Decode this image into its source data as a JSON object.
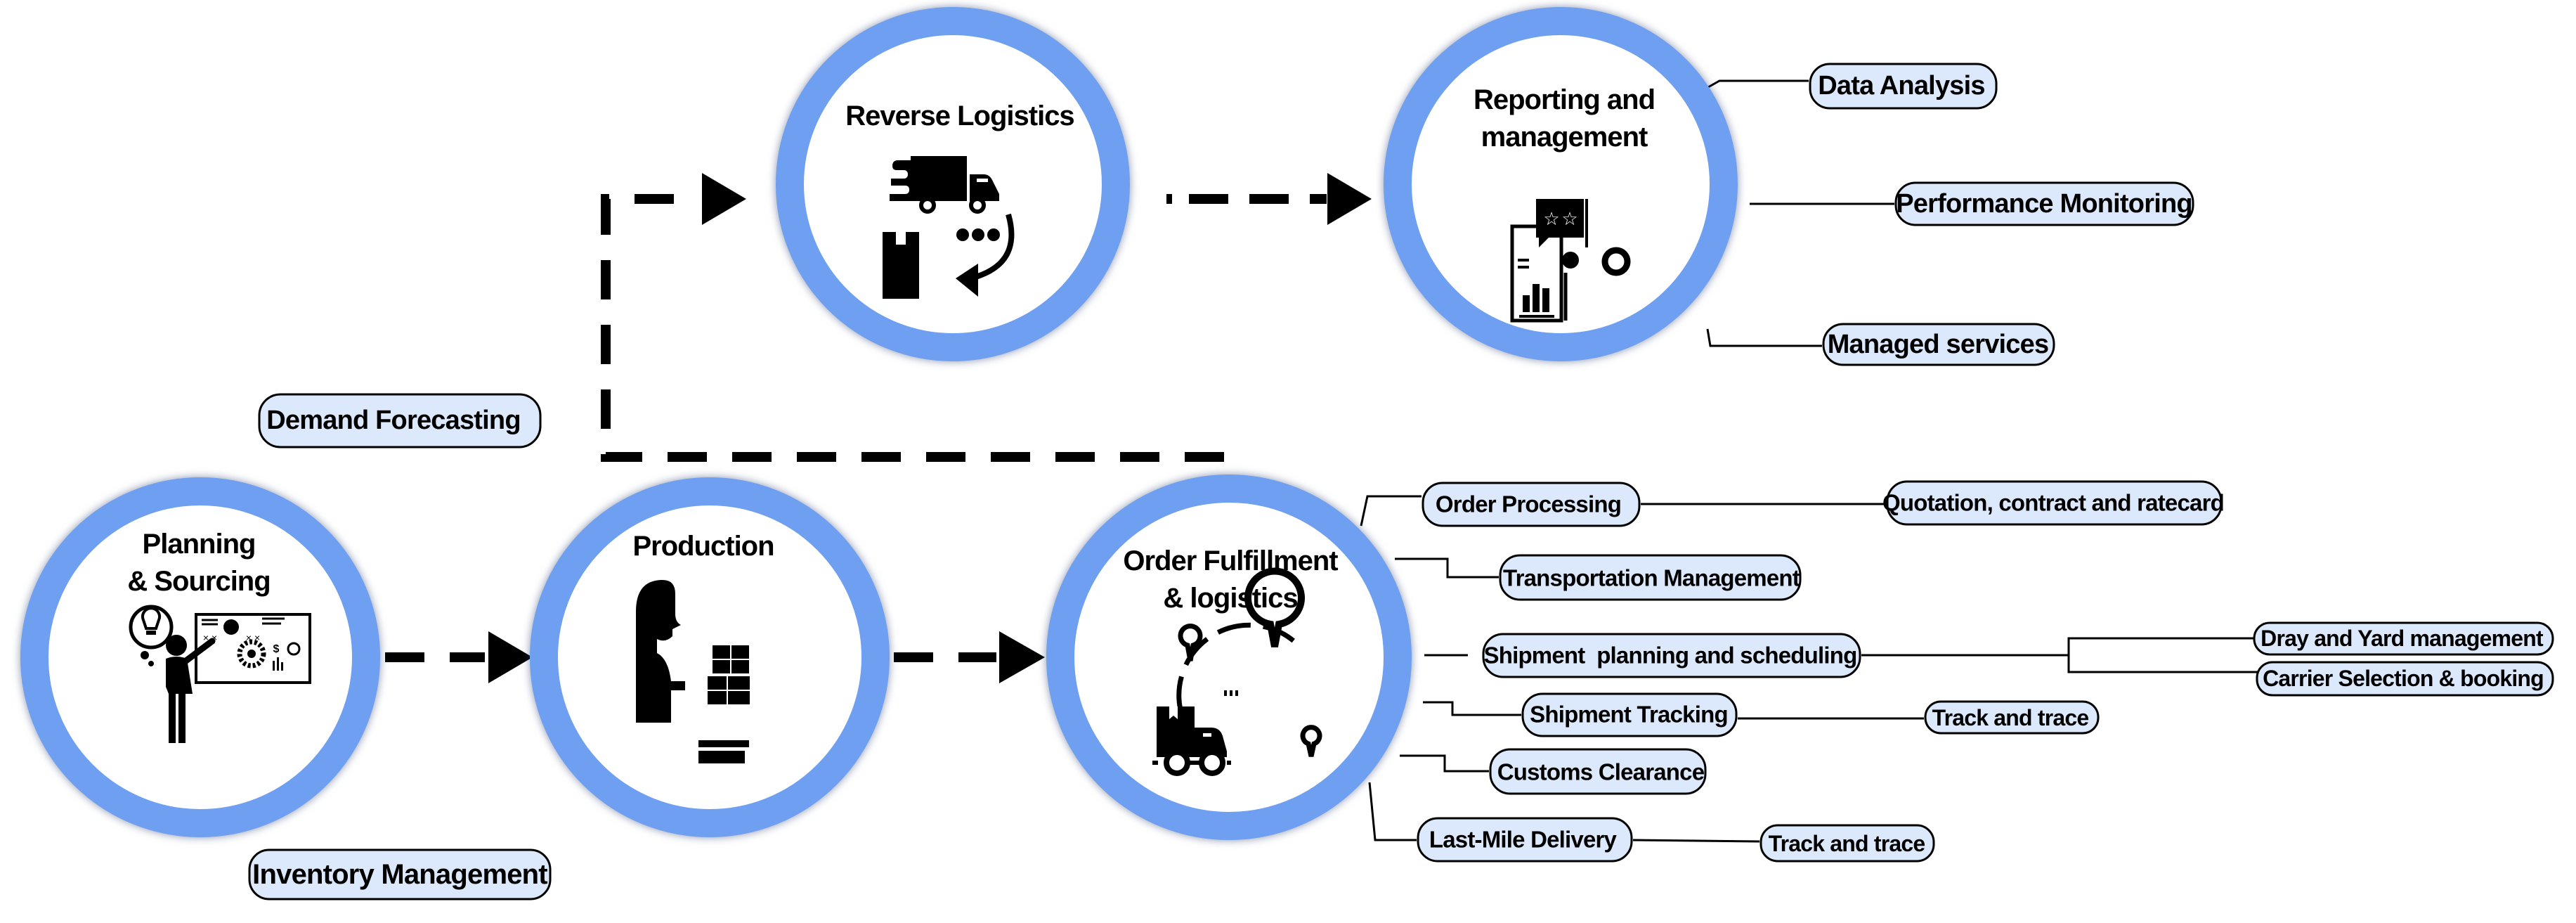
{
  "colors": {
    "ring": "#6f9ff0",
    "ring_inner_shadow": "#4d74b8",
    "pill_fill": "#dce8fb",
    "pill_stroke": "#000000",
    "ink": "#000000",
    "background": "#ffffff"
  },
  "stages": [
    {
      "id": "planning",
      "title_lines": [
        "Planning",
        "& Sourcing"
      ],
      "icon": "person-presenting-board-icon"
    },
    {
      "id": "production",
      "title_lines": [
        "Production"
      ],
      "icon": "worker-with-boxes-icon"
    },
    {
      "id": "fulfillment",
      "title_lines": [
        "Order Fulfillment",
        "& logistics"
      ],
      "icon": "delivery-truck-route-icon"
    },
    {
      "id": "reverse",
      "title_lines": [
        "Reverse Logistics"
      ],
      "icon": "reverse-delivery-icon"
    },
    {
      "id": "reporting",
      "title_lines": [
        "Reporting and",
        "management"
      ],
      "icon": "report-dashboard-icon"
    }
  ],
  "flows": [
    {
      "from": "planning",
      "to": "production",
      "style": "dashed-arrow"
    },
    {
      "from": "production",
      "to": "fulfillment",
      "style": "dashed-arrow"
    },
    {
      "from": "fulfillment",
      "to": "reverse",
      "style": "dashed-elbow-arrow"
    },
    {
      "from": "reverse",
      "to": "reporting",
      "style": "dashed-arrow"
    }
  ],
  "planning_labels": {
    "demand_forecasting": "Demand Forecasting",
    "inventory_management": "Inventory Management"
  },
  "reporting_labels": {
    "data_analysis": "Data Analysis",
    "performance_monitoring": "Performance Monitoring",
    "managed_services": "Managed services"
  },
  "fulfillment_labels": {
    "order_processing": "Order Processing",
    "quotation": "Quotation, contract and ratecard",
    "transportation_management": "Transportation Management",
    "shipment_planning": "Shipment  planning and scheduling",
    "dray_yard": "Dray and Yard management",
    "carrier_selection": "Carrier Selection & booking",
    "shipment_tracking": "Shipment Tracking",
    "track_trace_1": "Track and trace",
    "customs_clearance": "Customs Clearance",
    "last_mile_delivery": "Last-Mile Delivery",
    "track_trace_2": "Track and trace"
  }
}
